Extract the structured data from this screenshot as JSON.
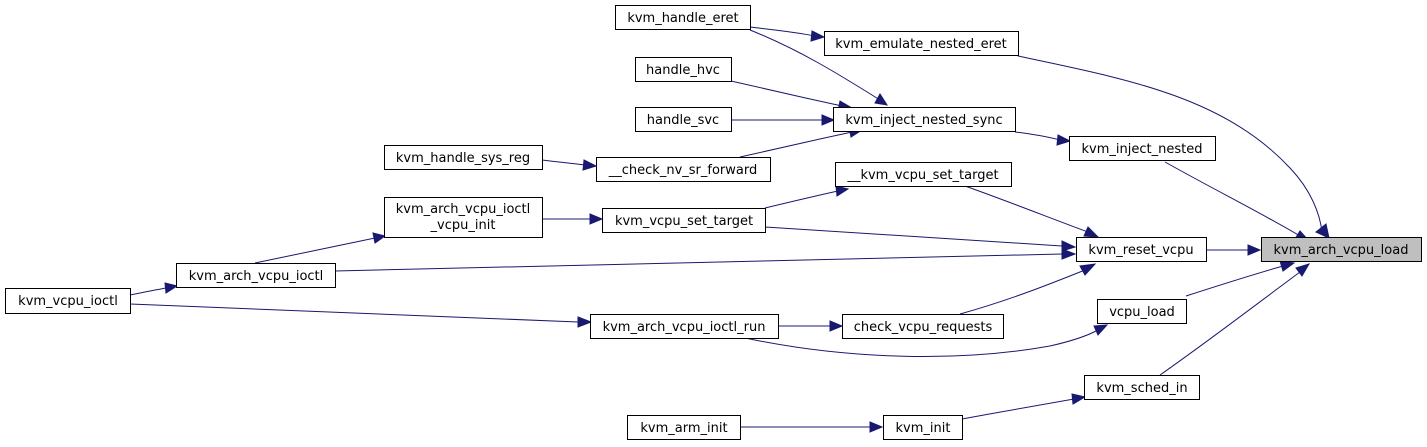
{
  "diagram": {
    "type": "doxygen-caller-graph",
    "colors": {
      "edge": "#191970",
      "node_fill": "#ffffff",
      "node_border": "#000000",
      "root_fill": "#bfbfbf",
      "text": "#000000"
    },
    "root": "kvm_arch_vcpu_load",
    "nodes": {
      "kvm_arch_vcpu_load": {
        "label": "kvm_arch_vcpu_load"
      },
      "kvm_emulate_nested_eret": {
        "label": "kvm_emulate_nested_eret"
      },
      "kvm_handle_eret": {
        "label": "kvm_handle_eret"
      },
      "kvm_inject_nested": {
        "label": "kvm_inject_nested"
      },
      "kvm_inject_nested_sync": {
        "label": "kvm_inject_nested_sync"
      },
      "handle_hvc": {
        "label": "handle_hvc"
      },
      "handle_svc": {
        "label": "handle_svc"
      },
      "check_nv_sr_forward": {
        "label": "__check_nv_sr_forward"
      },
      "kvm_handle_sys_reg": {
        "label": "kvm_handle_sys_reg"
      },
      "kvm_reset_vcpu": {
        "label": "kvm_reset_vcpu"
      },
      "kvm_vcpu_set_target_internal": {
        "label": "__kvm_vcpu_set_target"
      },
      "kvm_vcpu_set_target": {
        "label": "kvm_vcpu_set_target"
      },
      "kvm_arch_vcpu_ioctl_vcpu_init": {
        "label_line1": "kvm_arch_vcpu_ioctl",
        "label_line2": "_vcpu_init"
      },
      "kvm_arch_vcpu_ioctl": {
        "label": "kvm_arch_vcpu_ioctl"
      },
      "kvm_vcpu_ioctl": {
        "label": "kvm_vcpu_ioctl"
      },
      "check_vcpu_requests": {
        "label": "check_vcpu_requests"
      },
      "kvm_arch_vcpu_ioctl_run": {
        "label": "kvm_arch_vcpu_ioctl_run"
      },
      "vcpu_load": {
        "label": "vcpu_load"
      },
      "kvm_sched_in": {
        "label": "kvm_sched_in"
      },
      "kvm_init": {
        "label": "kvm_init"
      },
      "kvm_arm_init": {
        "label": "kvm_arm_init"
      }
    },
    "edges": [
      {
        "from": "kvm_emulate_nested_eret",
        "to": "kvm_arch_vcpu_load"
      },
      {
        "from": "kvm_handle_eret",
        "to": "kvm_emulate_nested_eret"
      },
      {
        "from": "kvm_inject_nested",
        "to": "kvm_arch_vcpu_load"
      },
      {
        "from": "kvm_inject_nested_sync",
        "to": "kvm_inject_nested"
      },
      {
        "from": "kvm_handle_eret",
        "to": "kvm_inject_nested_sync"
      },
      {
        "from": "handle_hvc",
        "to": "kvm_inject_nested_sync"
      },
      {
        "from": "handle_svc",
        "to": "kvm_inject_nested_sync"
      },
      {
        "from": "check_nv_sr_forward",
        "to": "kvm_inject_nested_sync"
      },
      {
        "from": "kvm_handle_sys_reg",
        "to": "check_nv_sr_forward"
      },
      {
        "from": "kvm_reset_vcpu",
        "to": "kvm_arch_vcpu_load"
      },
      {
        "from": "kvm_vcpu_set_target_internal",
        "to": "kvm_reset_vcpu"
      },
      {
        "from": "kvm_vcpu_set_target",
        "to": "kvm_vcpu_set_target_internal"
      },
      {
        "from": "kvm_vcpu_set_target",
        "to": "kvm_reset_vcpu"
      },
      {
        "from": "kvm_arch_vcpu_ioctl_vcpu_init",
        "to": "kvm_vcpu_set_target"
      },
      {
        "from": "kvm_arch_vcpu_ioctl",
        "to": "kvm_arch_vcpu_ioctl_vcpu_init"
      },
      {
        "from": "kvm_arch_vcpu_ioctl",
        "to": "kvm_reset_vcpu"
      },
      {
        "from": "kvm_vcpu_ioctl",
        "to": "kvm_arch_vcpu_ioctl"
      },
      {
        "from": "check_vcpu_requests",
        "to": "kvm_reset_vcpu"
      },
      {
        "from": "kvm_arch_vcpu_ioctl_run",
        "to": "check_vcpu_requests"
      },
      {
        "from": "kvm_vcpu_ioctl",
        "to": "kvm_arch_vcpu_ioctl_run"
      },
      {
        "from": "vcpu_load",
        "to": "kvm_arch_vcpu_load"
      },
      {
        "from": "kvm_arch_vcpu_ioctl_run",
        "to": "vcpu_load"
      },
      {
        "from": "kvm_sched_in",
        "to": "kvm_arch_vcpu_load"
      },
      {
        "from": "kvm_init",
        "to": "kvm_sched_in"
      },
      {
        "from": "kvm_arm_init",
        "to": "kvm_init"
      }
    ]
  }
}
